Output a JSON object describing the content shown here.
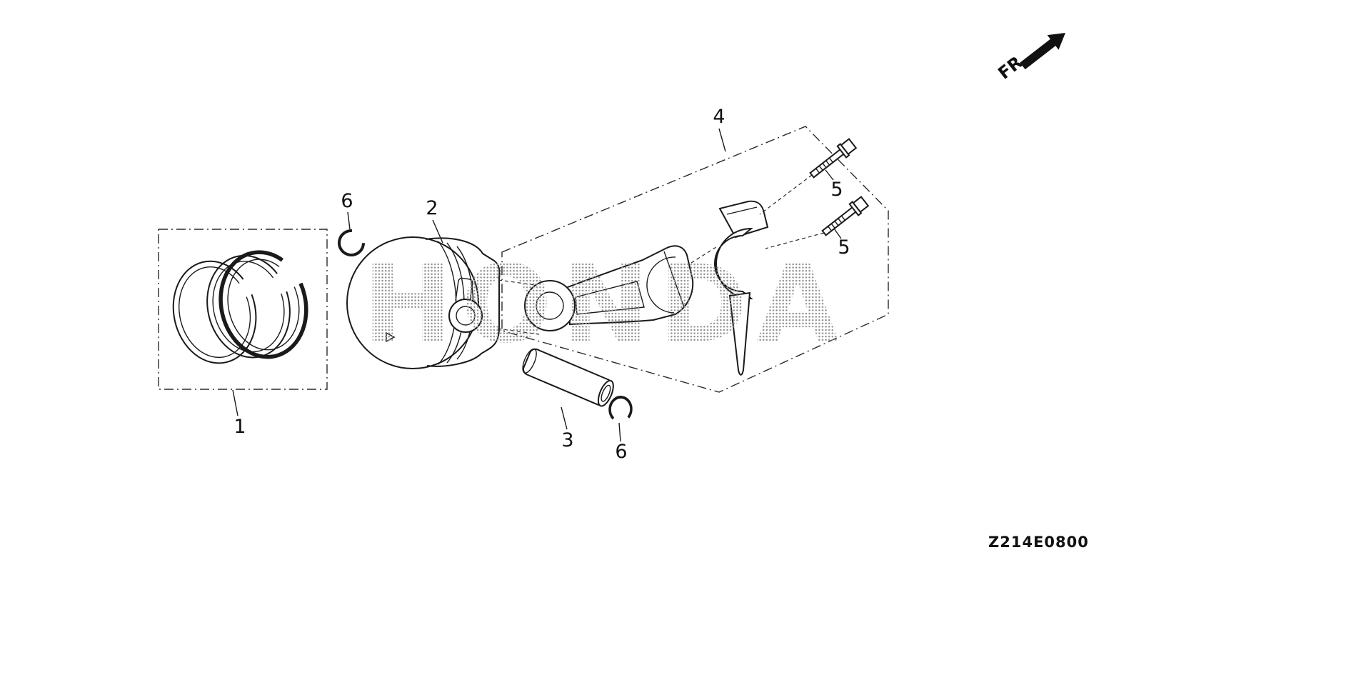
{
  "diagram": {
    "code": "Z214E0800",
    "fr_label": "FR.",
    "watermark": "HONDA",
    "callouts": {
      "ring_set": "1",
      "piston": "2",
      "piston_pin": "3",
      "rod_assembly": "4",
      "bolt_a": "5",
      "bolt_b": "5",
      "clip_a": "6",
      "clip_b": "6"
    }
  }
}
